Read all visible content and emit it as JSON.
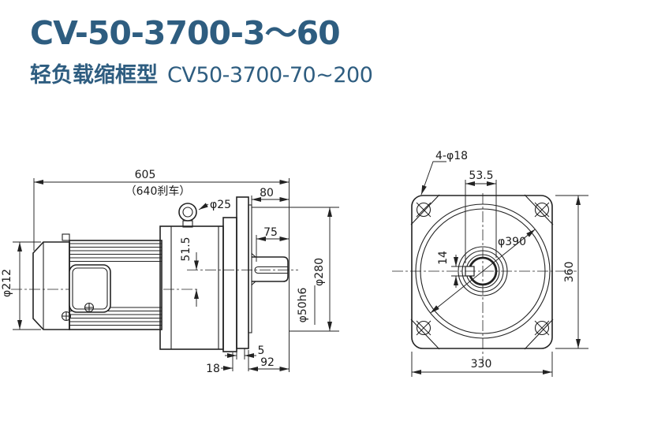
{
  "header": {
    "title": "CV-50-3700-3～60",
    "subtitle_cn": "轻负载缩框型",
    "subtitle_code": "CV50-3700-70~200",
    "accent_color": "#2e5d80"
  },
  "side_view": {
    "dims": {
      "overall_length": "605",
      "brake_length_note": "（640刹车）",
      "eyebolt_hole": "φ25",
      "shaft_center_offset": "51.5",
      "motor_diameter": "φ212",
      "flange_face_to_shaft_end": "80",
      "keyway_length": "75",
      "flange_diameter": "φ280",
      "shaft_diameter": "φ50h6",
      "flange_thickness": "18",
      "spigot_depth": "5",
      "shaft_length": "92"
    }
  },
  "front_view": {
    "dims": {
      "mounting_holes": "4-φ18",
      "keyway_across": "53.5",
      "keyway_width": "14",
      "spigot_circle": "φ390",
      "flange_height": "360",
      "flange_width": "330"
    }
  }
}
